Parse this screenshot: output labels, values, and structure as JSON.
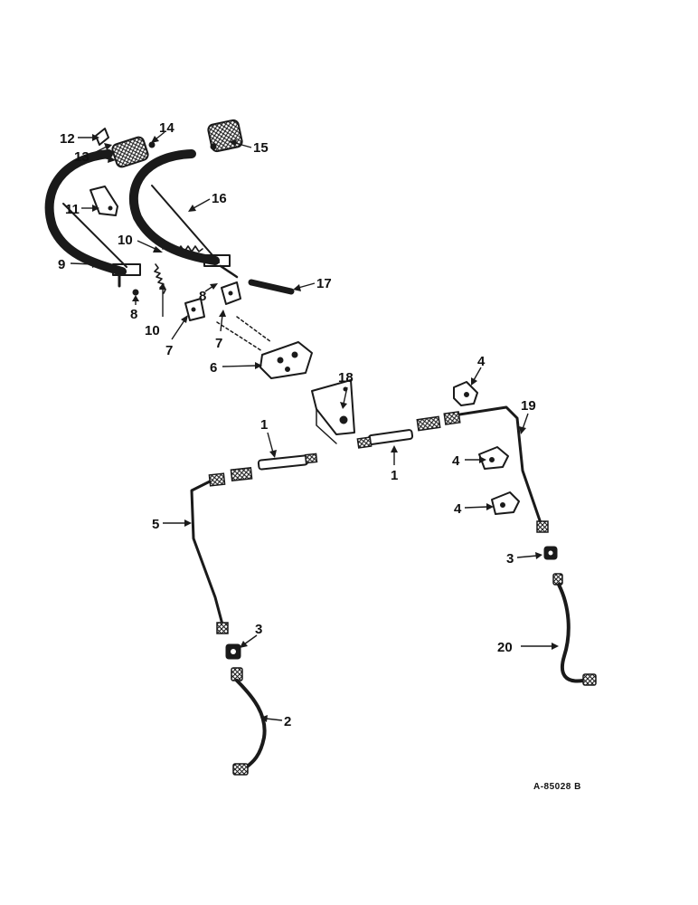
{
  "callouts": {
    "c12": "12",
    "c13": "13",
    "c14": "14",
    "c15": "15",
    "c16": "16",
    "c11": "11",
    "c10a": "10",
    "c9": "9",
    "c8a": "8",
    "c8b": "8",
    "c10b": "10",
    "c7a": "7",
    "c7b": "7",
    "c17": "17",
    "c6": "6",
    "c18": "18",
    "c4a": "4",
    "c19": "19",
    "c1a": "1",
    "c1b": "1",
    "c4b": "4",
    "c5": "5",
    "c4c": "4",
    "c3a": "3",
    "c3b": "3",
    "c20": "20",
    "c2": "2"
  },
  "drawing_id": "A-85028 B"
}
